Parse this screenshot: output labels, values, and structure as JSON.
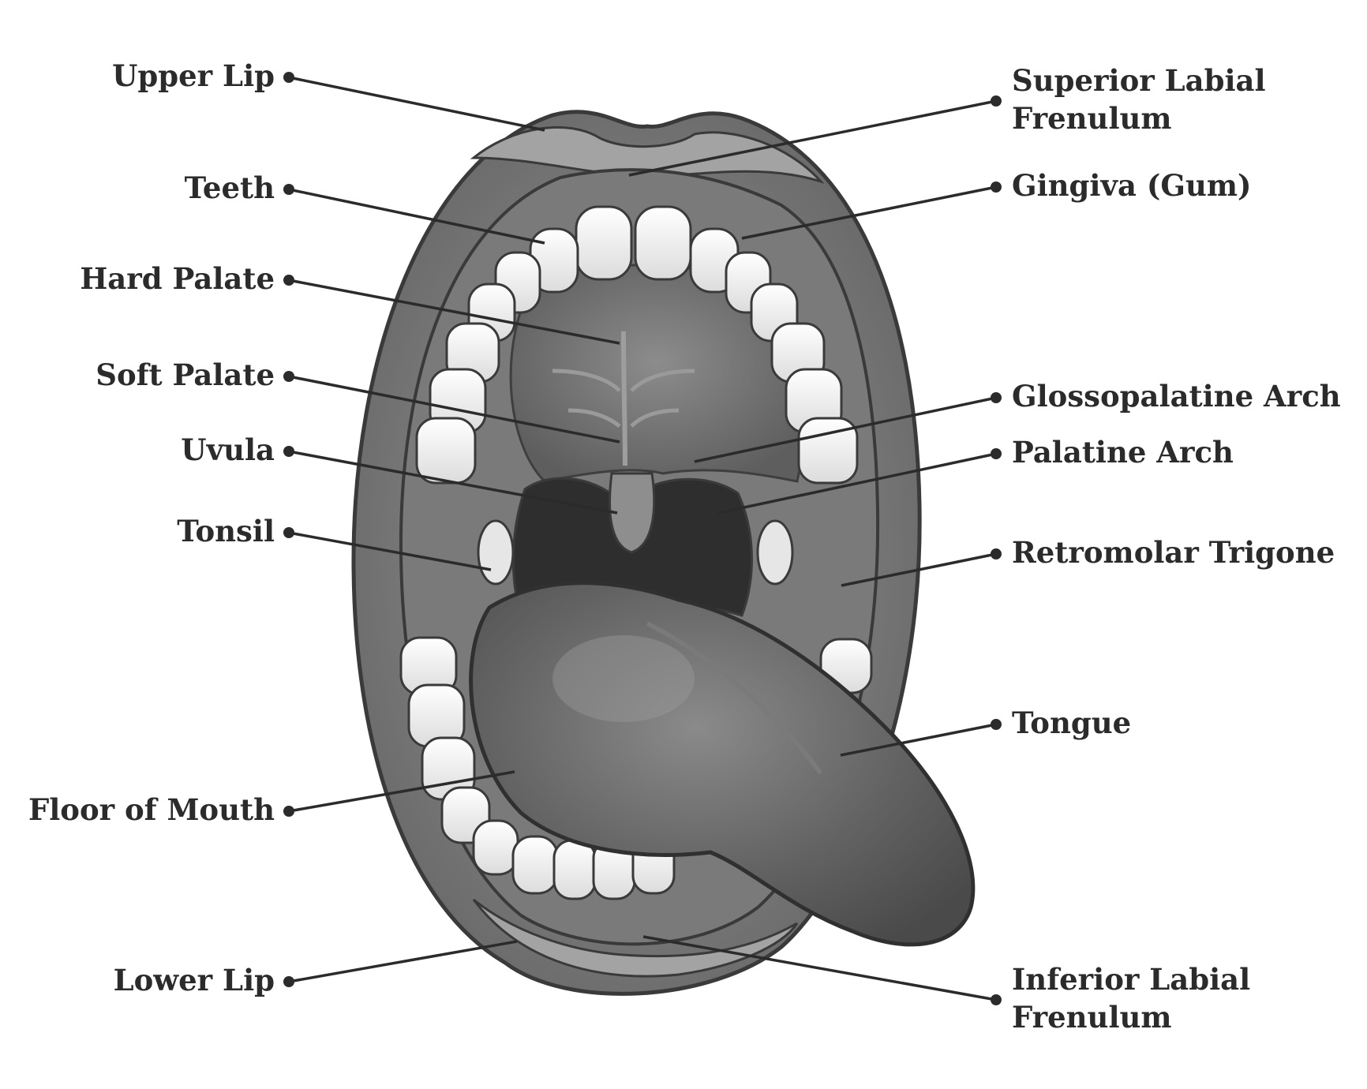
{
  "labels": {
    "left": {
      "upper_lip": "Upper Lip",
      "teeth": "Teeth",
      "hard_palate": "Hard Palate",
      "soft_palate": "Soft Palate",
      "uvula": "Uvula",
      "tonsil": "Tonsil",
      "floor_of_mouth": "Floor of Mouth",
      "lower_lip": "Lower Lip"
    },
    "right": {
      "superior_labial_frenulum_line1": "Superior Labial",
      "superior_labial_frenulum_line2": "Frenulum",
      "gingiva": "Gingiva (Gum)",
      "glossopalatine_arch": "Glossopalatine Arch",
      "palatine_arch": "Palatine Arch",
      "retromolar_trigone": "Retromolar Trigone",
      "tongue": "Tongue",
      "inferior_labial_frenulum_line1": "Inferior Labial",
      "inferior_labial_frenulum_line2": "Frenulum"
    }
  },
  "colors": {
    "text": "#2b2b2b",
    "leader": "#2b2b2b",
    "lip": "#8a8a8a",
    "mouth_interior": "#6e6e6e",
    "throat": "#2e2e2e",
    "tongue": "#5c5c5c",
    "teeth": "#f4f4f4"
  }
}
